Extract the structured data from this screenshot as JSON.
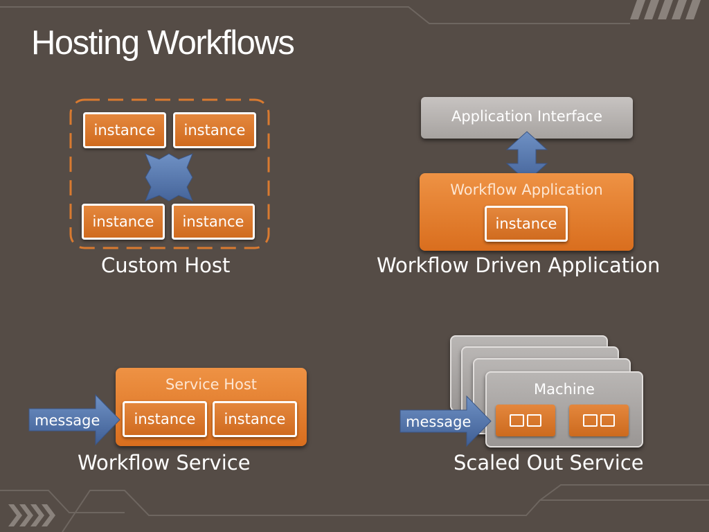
{
  "title": "Hosting Workflows",
  "colors": {
    "background": "#554c46",
    "orange": "#e07a2c",
    "blue": "#5878a8",
    "gray": "#b5b1ae",
    "dashed_border": "#d97a30"
  },
  "custom_host": {
    "caption": "Custom Host",
    "instances": [
      "instance",
      "instance",
      "instance",
      "instance"
    ],
    "connector_icon": "four-way-arrow-icon"
  },
  "workflow_driven_app": {
    "caption": "Workflow Driven Application",
    "interface_label": "Application Interface",
    "app_label": "Workflow Application",
    "instance": "instance",
    "connector_icon": "double-arrow-icon"
  },
  "workflow_service": {
    "caption": "Workflow Service",
    "host_label": "Service Host",
    "message": "message",
    "instances": [
      "instance",
      "instance"
    ]
  },
  "scaled_out_service": {
    "caption": "Scaled Out Service",
    "machine_label": "Machine",
    "message": "message"
  }
}
